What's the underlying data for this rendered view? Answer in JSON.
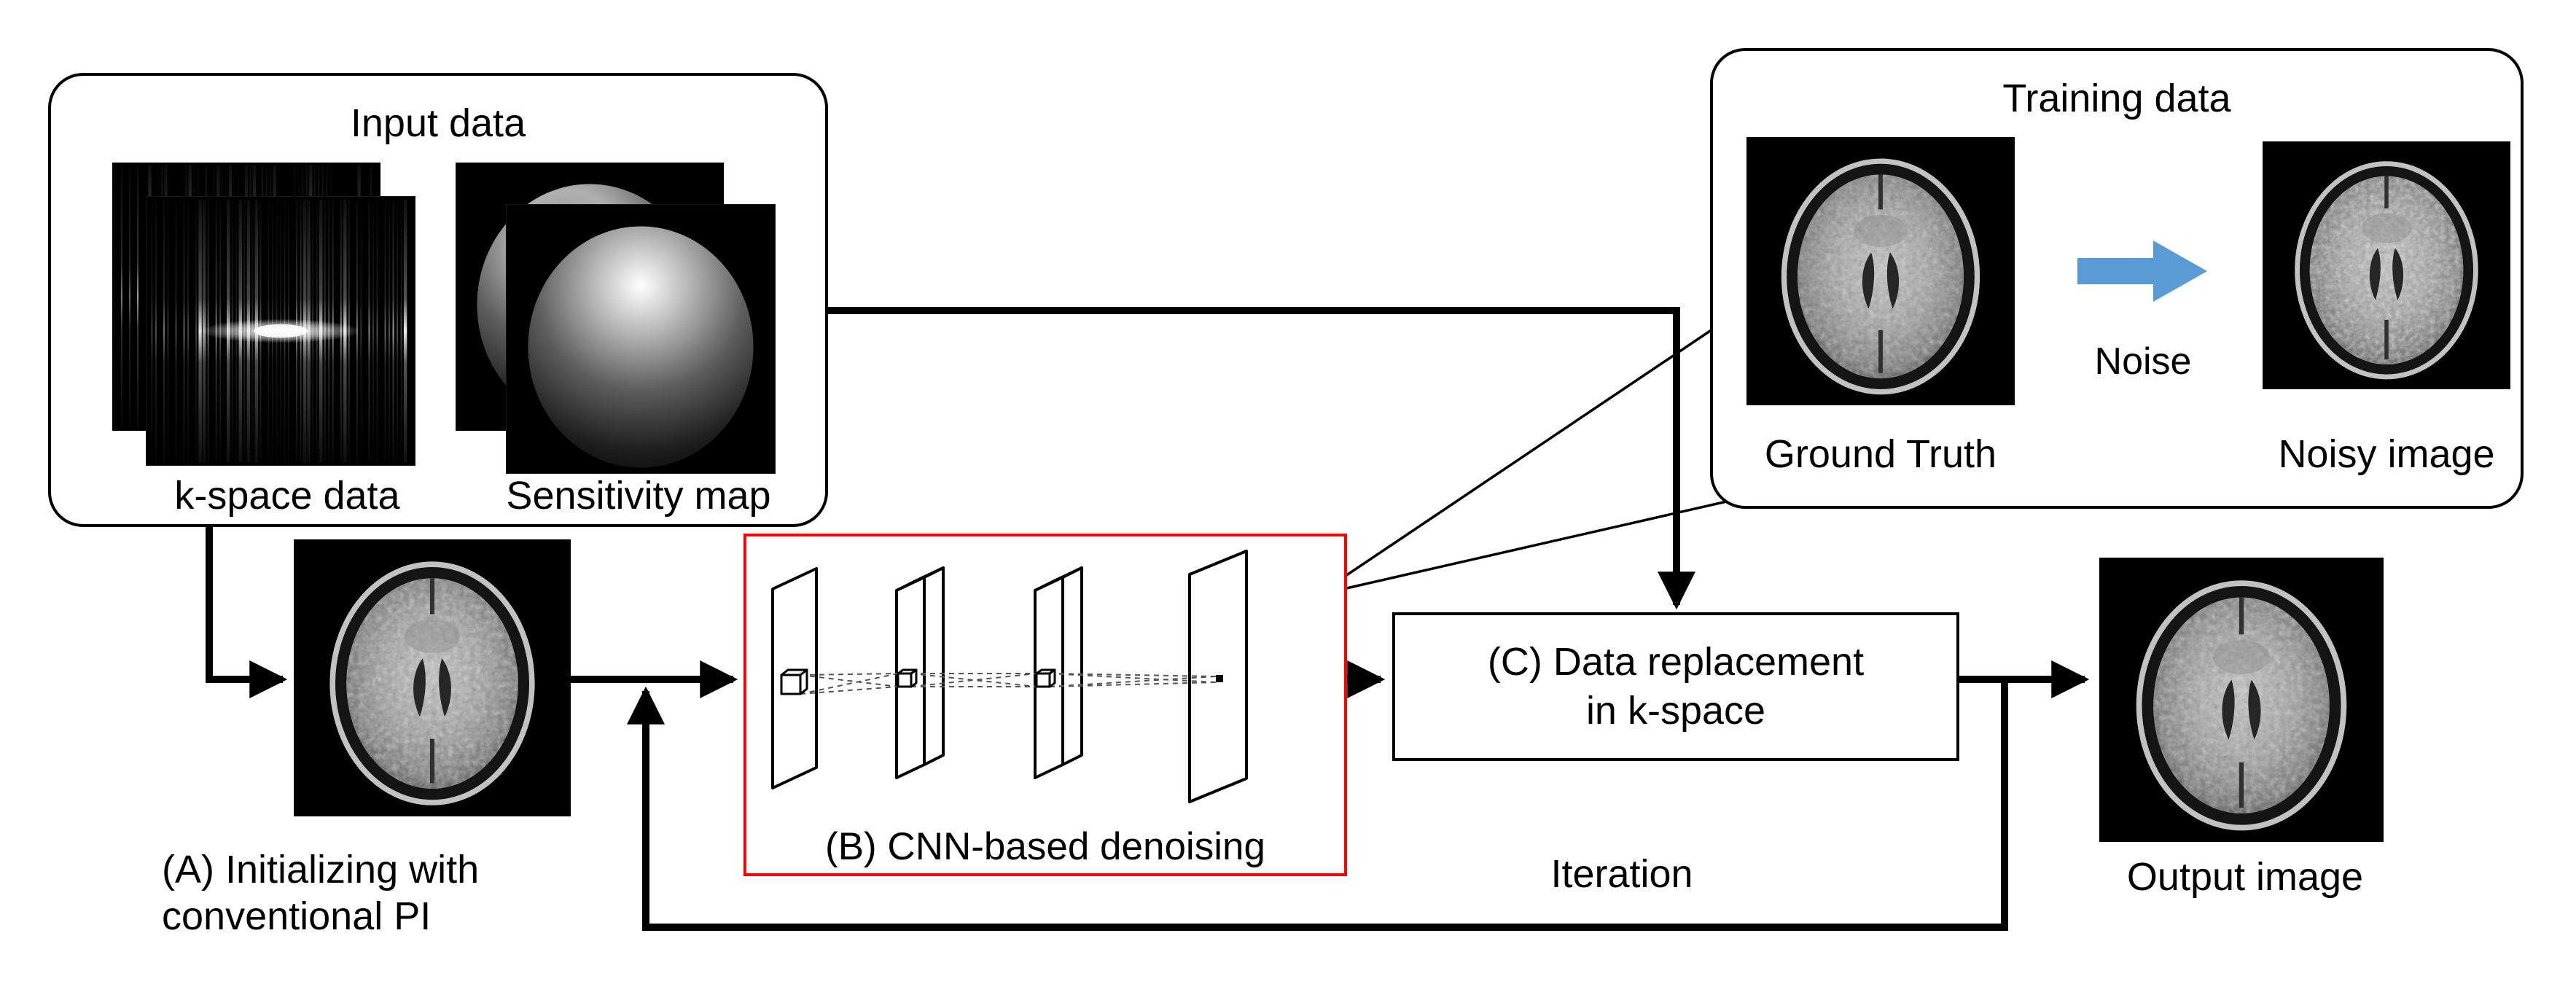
{
  "colors": {
    "background": "#ffffff",
    "line_color": "#000000",
    "cnn_box_border": "#ff0000",
    "noise_arrow": "#5b9bd5"
  },
  "input_panel": {
    "title": "Input data",
    "kspace_label": "k-space data",
    "sensitivity_label": "Sensitivity map"
  },
  "training_panel": {
    "title": "Training data",
    "ground_truth_label": "Ground Truth",
    "noise_label": "Noise",
    "noisy_label": "Noisy image"
  },
  "stages": {
    "a_label_line1": "(A) Initializing with",
    "a_label_line2": "conventional PI",
    "b_label": "(B) CNN-based denoising",
    "c_label_line1": "(C) Data replacement",
    "c_label_line2": "in k-space",
    "iteration_label": "Iteration",
    "output_label": "Output image"
  }
}
